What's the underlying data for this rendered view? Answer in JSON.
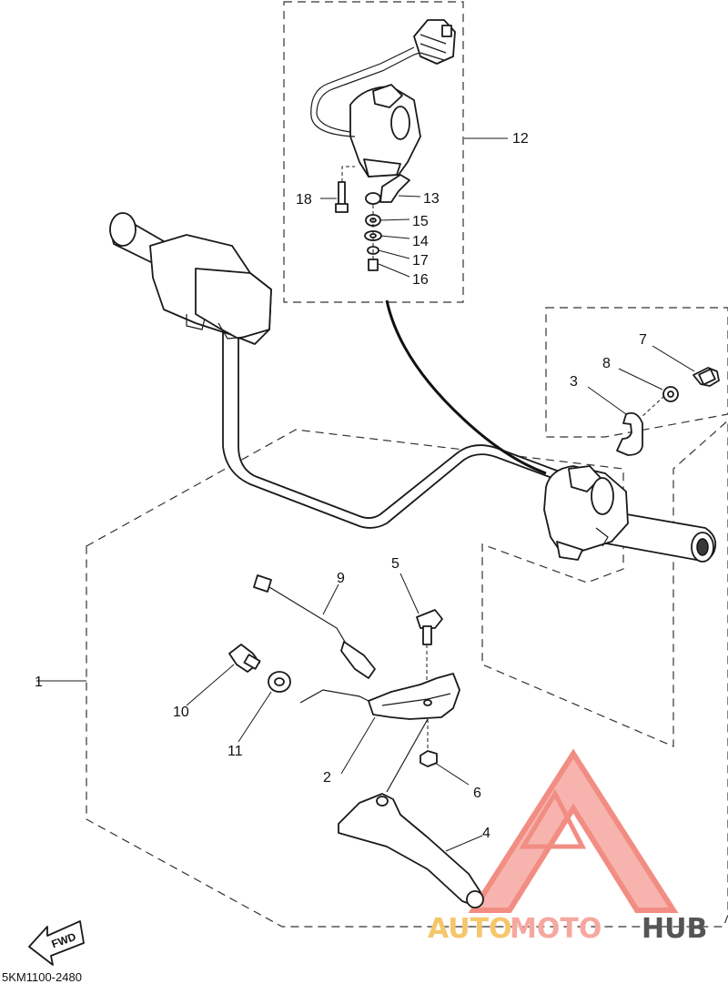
{
  "callouts": {
    "c1": "1",
    "c2": "2",
    "c3": "3",
    "c4": "4",
    "c5": "5",
    "c6": "6",
    "c7": "7",
    "c8": "8",
    "c9": "9",
    "c10": "10",
    "c11": "11",
    "c12": "12",
    "c13": "13",
    "c14": "14",
    "c15": "15",
    "c16": "16",
    "c17": "17",
    "c18": "18"
  },
  "fwd_label": "FWD",
  "drawing_code": "5KM1100-2480",
  "watermark": {
    "auto": "AUTO",
    "moto": "MOTO",
    "hub": "HUB"
  },
  "colors": {
    "watermark_red": "#f07a6e",
    "watermark_pink": "#f6a8a0",
    "watermark_gold": "#f5c76b",
    "watermark_gray": "#555555",
    "line": "#1a1a1a"
  }
}
